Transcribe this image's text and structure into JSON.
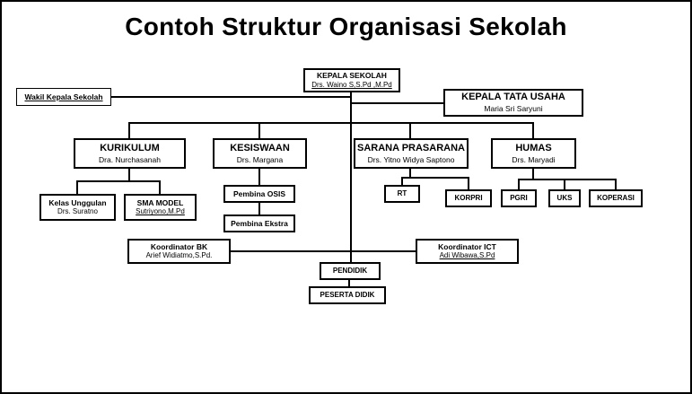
{
  "title": "Contoh Struktur Organisasi Sekolah",
  "colors": {
    "background": "#ffffff",
    "line": "#000000",
    "box_border": "#000000",
    "text": "#000000"
  },
  "nodes": {
    "kepala_sekolah": {
      "line1": "KEPALA SEKOLAH",
      "line2": "Drs. Waino S,S.Pd ,M.Pd"
    },
    "wakil": {
      "line1": "Wakil Kepala Sekolah"
    },
    "tata_usaha": {
      "line1": "KEPALA TATA USAHA",
      "line2": "Maria Sri Saryuni"
    },
    "kurikulum": {
      "line1": "KURIKULUM",
      "line2": "Dra. Nurchasanah"
    },
    "kesiswaan": {
      "line1": "KESISWAAN",
      "line2": "Drs. Margana"
    },
    "sarana": {
      "line1": "SARANA PRASARANA",
      "line2": "Drs. Yitno Widya Saptono"
    },
    "humas": {
      "line1": "HUMAS",
      "line2": "Drs. Maryadi"
    },
    "kelas_unggulan": {
      "line1": "Kelas Unggulan",
      "line2": "Drs. Suratno"
    },
    "sma_model": {
      "line1": "SMA MODEL",
      "line2": "Sutriyono,M.Pd"
    },
    "pembina_osis": {
      "line1": "Pembina OSIS"
    },
    "pembina_ekstra": {
      "line1": "Pembina Ekstra"
    },
    "rt": {
      "line1": "RT"
    },
    "korpri": {
      "line1": "KORPRI"
    },
    "pgri": {
      "line1": "PGRI"
    },
    "uks": {
      "line1": "UKS"
    },
    "koperasi": {
      "line1": "KOPERASI"
    },
    "koordinator_bk": {
      "line1": "Koordinator BK",
      "line2": "Arief Widiatmo,S.Pd."
    },
    "koordinator_ict": {
      "line1": "Koordinator ICT",
      "line2": "Adi Wibawa,S.Pd"
    },
    "pendidik": {
      "line1": "PENDIDIK"
    },
    "peserta_didik": {
      "line1": "PESERTA DIDIK"
    }
  }
}
